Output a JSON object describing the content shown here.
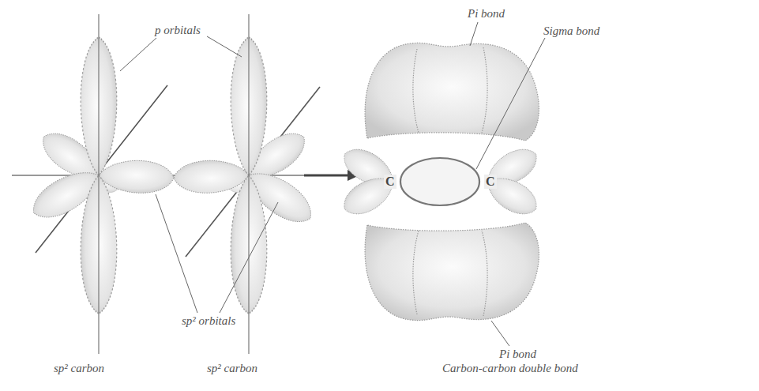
{
  "diagram": {
    "labels": [
      "p orbitals",
      "sp² orbitals",
      "sp² carbon",
      "sp² carbon",
      "Pi bond",
      "Sigma bond",
      "C",
      "C",
      "Pi bond",
      "Carbon-carbon double bond"
    ]
  }
}
